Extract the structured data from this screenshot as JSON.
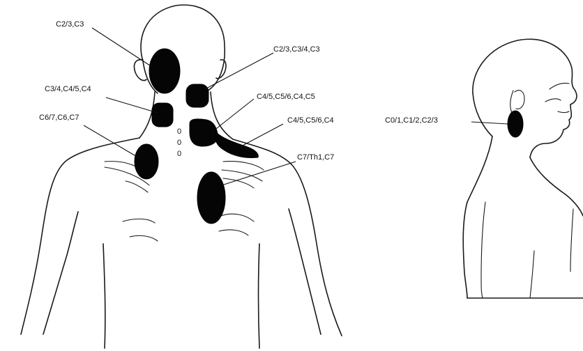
{
  "labels": {
    "c2_3_c3": "C2/3,C3",
    "c2_3_c3_4_c3": "C2/3,C3/4,C3",
    "c3_4_c4_5_c4": "C3/4,C4/5,C4",
    "c4_5_c5_6_c4_c5": "C4/5,C5/6,C4,C5",
    "c6_7_c6_c7": "C6/7,C6,C7",
    "c4_5_c5_6_c4": "C4/5,C5/6,C4",
    "c7_th1_c7": "C7/Th1,C7",
    "c0_1_c1_2_c2_3": "C0/1,C1/2,C2/3"
  },
  "spine_marks": [
    "0",
    "0",
    "0"
  ]
}
